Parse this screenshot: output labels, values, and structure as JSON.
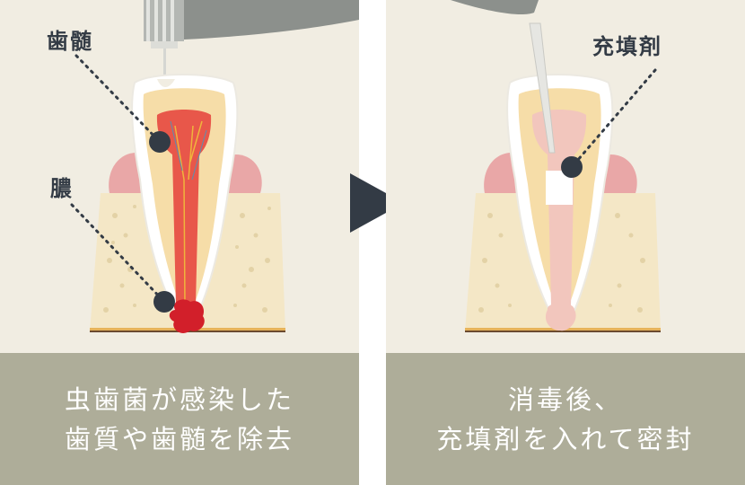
{
  "before": {
    "labels": {
      "pulp": "歯髄",
      "pus": "膿"
    },
    "caption": {
      "line1": "虫歯菌が感染した",
      "line2": "歯質や歯髄を除去"
    }
  },
  "after": {
    "labels": {
      "filling": "充填剤"
    },
    "caption": {
      "line1": "消毒後、",
      "line2": "充填剤を入れて密封"
    }
  },
  "colors": {
    "panel_bg": "#f1ede2",
    "caption_bg": "#aead99",
    "marker": "#333b45",
    "gum": "#e9a7a7",
    "bone": "#f4e7c6",
    "dentin": "#f6dda8",
    "pulp": "#e8574a",
    "pus": "#d21f2a",
    "filling": "#f2c6bd"
  }
}
